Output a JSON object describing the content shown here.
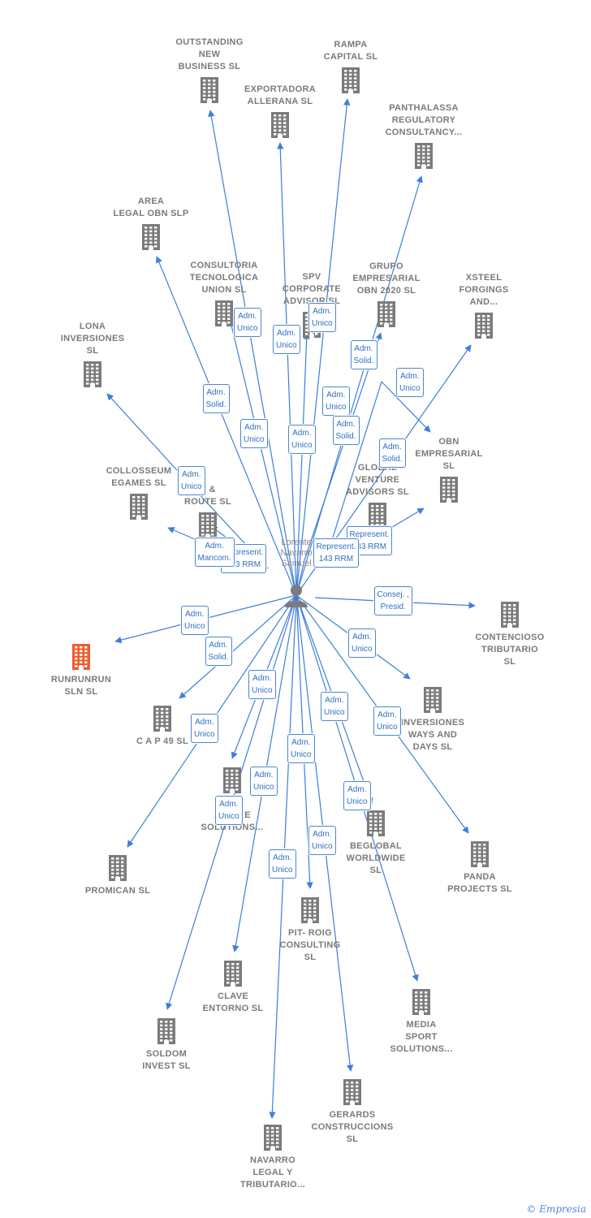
{
  "center": {
    "name_lines": [
      "Lorente",
      "Navarro",
      "Samuel"
    ]
  },
  "colors": {
    "edge": "#3d7fd9",
    "node": "#7b7b7b",
    "focus": "#f15a2b"
  },
  "companies": [
    {
      "id": "outstanding",
      "lines": [
        "OUTSTANDING",
        "NEW",
        "BUSINESS  SL"
      ]
    },
    {
      "id": "rampa",
      "lines": [
        "RAMPA",
        "CAPITAL  SL"
      ]
    },
    {
      "id": "exportadora",
      "lines": [
        "EXPORTADORA",
        "ALLERANA  SL"
      ]
    },
    {
      "id": "panthalassa",
      "lines": [
        "PANTHALASSA",
        "REGULATORY",
        "CONSULTANCY..."
      ]
    },
    {
      "id": "area",
      "lines": [
        "AREA",
        "LEGAL OBN  SLP"
      ]
    },
    {
      "id": "consultoria",
      "lines": [
        "CONSULTORIA",
        "TECNOLOGICA",
        "UNION  SL"
      ]
    },
    {
      "id": "spv",
      "lines": [
        "SPV",
        "CORPORATE",
        "ADVISOR  SL"
      ]
    },
    {
      "id": "grupo",
      "lines": [
        "GRUPO",
        "EMPRESARIAL",
        "OBN 2020  SL"
      ]
    },
    {
      "id": "xsteel",
      "lines": [
        "XSTEEL",
        "FORGINGS",
        "AND..."
      ]
    },
    {
      "id": "lona",
      "lines": [
        "LONA",
        "INVERSIONES",
        "SL"
      ]
    },
    {
      "id": "obn",
      "lines": [
        "OBN",
        "EMPRESARIAL",
        "SL"
      ]
    },
    {
      "id": "collosseum",
      "lines": [
        "COLLOSSEUM",
        "EGAMES  SL"
      ]
    },
    {
      "id": "kroute",
      "lines": [
        "K &",
        "ROUTE  SL"
      ]
    },
    {
      "id": "global",
      "lines": [
        "GLOBAL",
        "VENTURE",
        "ADVISORS  SL"
      ]
    },
    {
      "id": "contencioso",
      "lines": [
        "CONTENCIOSO",
        "TRIBUTARIO",
        "SL"
      ]
    },
    {
      "id": "runrunrun",
      "lines": [
        "RUNRUNRUN",
        "SLN  SL"
      ]
    },
    {
      "id": "inversiones",
      "lines": [
        "INVERSIONES",
        "WAYS AND",
        "DAYS  SL"
      ]
    },
    {
      "id": "cap49",
      "lines": [
        "C A P 49 SL"
      ]
    },
    {
      "id": "solutions",
      "lines": [
        "P... R",
        "AD... RE",
        "SOLUTIONS..."
      ]
    },
    {
      "id": "beglobal",
      "lines": [
        "BEGLOBAL",
        "WORLDWIDE",
        "SL"
      ]
    },
    {
      "id": "panda",
      "lines": [
        "PANDA",
        "PROJECTS  SL"
      ]
    },
    {
      "id": "promican",
      "lines": [
        "PROMICAN  SL"
      ]
    },
    {
      "id": "pitroig",
      "lines": [
        "PIT- ROIG",
        "CONSULTING",
        "SL"
      ]
    },
    {
      "id": "clave",
      "lines": [
        "CLAVE",
        "ENTORNO  SL"
      ]
    },
    {
      "id": "media",
      "lines": [
        "MEDIA",
        "SPORT",
        "SOLUTIONS..."
      ]
    },
    {
      "id": "soldom",
      "lines": [
        "SOLDOM",
        "INVEST  SL"
      ]
    },
    {
      "id": "gerards",
      "lines": [
        "GERARDS",
        "CONSTRUCCIONS",
        "SL"
      ]
    },
    {
      "id": "navarro",
      "lines": [
        "NAVARRO",
        "LEGAL Y",
        "TRIBUTARIO..."
      ]
    }
  ],
  "edge_labels": [
    {
      "id": "l_consultoria",
      "lines": [
        "Adm.",
        "Unico"
      ]
    },
    {
      "id": "l_spv",
      "lines": [
        "Adm.",
        "Unico"
      ]
    },
    {
      "id": "l_spv2",
      "lines": [
        "Adm.",
        "Unico"
      ]
    },
    {
      "id": "l_grupo",
      "lines": [
        "Adm.",
        "Solid."
      ]
    },
    {
      "id": "l_obn",
      "lines": [
        "Adm.",
        "Unico"
      ]
    },
    {
      "id": "l_area",
      "lines": [
        "Adm.",
        "Solid."
      ]
    },
    {
      "id": "l_global",
      "lines": [
        "Adm.",
        "Unico"
      ]
    },
    {
      "id": "l_outstanding",
      "lines": [
        "Adm.",
        "Unico"
      ]
    },
    {
      "id": "l_exportadora",
      "lines": [
        "Adm.",
        "Unico"
      ]
    },
    {
      "id": "l_rampa",
      "lines": [
        "Adm.",
        "Solid."
      ]
    },
    {
      "id": "l_xsteel",
      "lines": [
        "Adm.",
        "Solid."
      ]
    },
    {
      "id": "l_lona",
      "lines": [
        "Adm.",
        "Unico"
      ]
    },
    {
      "id": "l_kroute",
      "lines": [
        "Represent.",
        "143 RRM"
      ]
    },
    {
      "id": "l_collosseum",
      "lines": [
        "Adm.",
        "Mancom."
      ]
    },
    {
      "id": "l_pant",
      "lines": [
        "Represent.",
        "143 RRM"
      ]
    },
    {
      "id": "l_global2",
      "lines": [
        "Represent.",
        "143 RRM"
      ]
    },
    {
      "id": "l_contencioso",
      "lines": [
        "Consej. ,",
        "Presid."
      ]
    },
    {
      "id": "l_runrunrun",
      "lines": [
        "Adm.",
        "Unico"
      ]
    },
    {
      "id": "l_cap49",
      "lines": [
        "Adm.",
        "Solid."
      ]
    },
    {
      "id": "l_inversiones",
      "lines": [
        "Adm.",
        "Unico"
      ]
    },
    {
      "id": "l_solutions",
      "lines": [
        "Adm.",
        "Unico"
      ]
    },
    {
      "id": "l_promican",
      "lines": [
        "Adm.",
        "Unico"
      ]
    },
    {
      "id": "l_beglobal",
      "lines": [
        "Adm.",
        "Unico"
      ]
    },
    {
      "id": "l_panda",
      "lines": [
        "Adm.",
        "Unico"
      ]
    },
    {
      "id": "l_pitroig",
      "lines": [
        "Adm.",
        "Unico"
      ]
    },
    {
      "id": "l_clave",
      "lines": [
        "Adm.",
        "Unico"
      ]
    },
    {
      "id": "l_soldom",
      "lines": [
        "Adm.",
        "Unico"
      ]
    },
    {
      "id": "l_beglobal2",
      "lines": [
        "Adm.",
        "Unico"
      ]
    },
    {
      "id": "l_gerards",
      "lines": [
        "Adm.",
        "Unico"
      ]
    },
    {
      "id": "l_navarro",
      "lines": [
        "Adm.",
        "Unico"
      ]
    }
  ],
  "watermark": "© Empresia"
}
